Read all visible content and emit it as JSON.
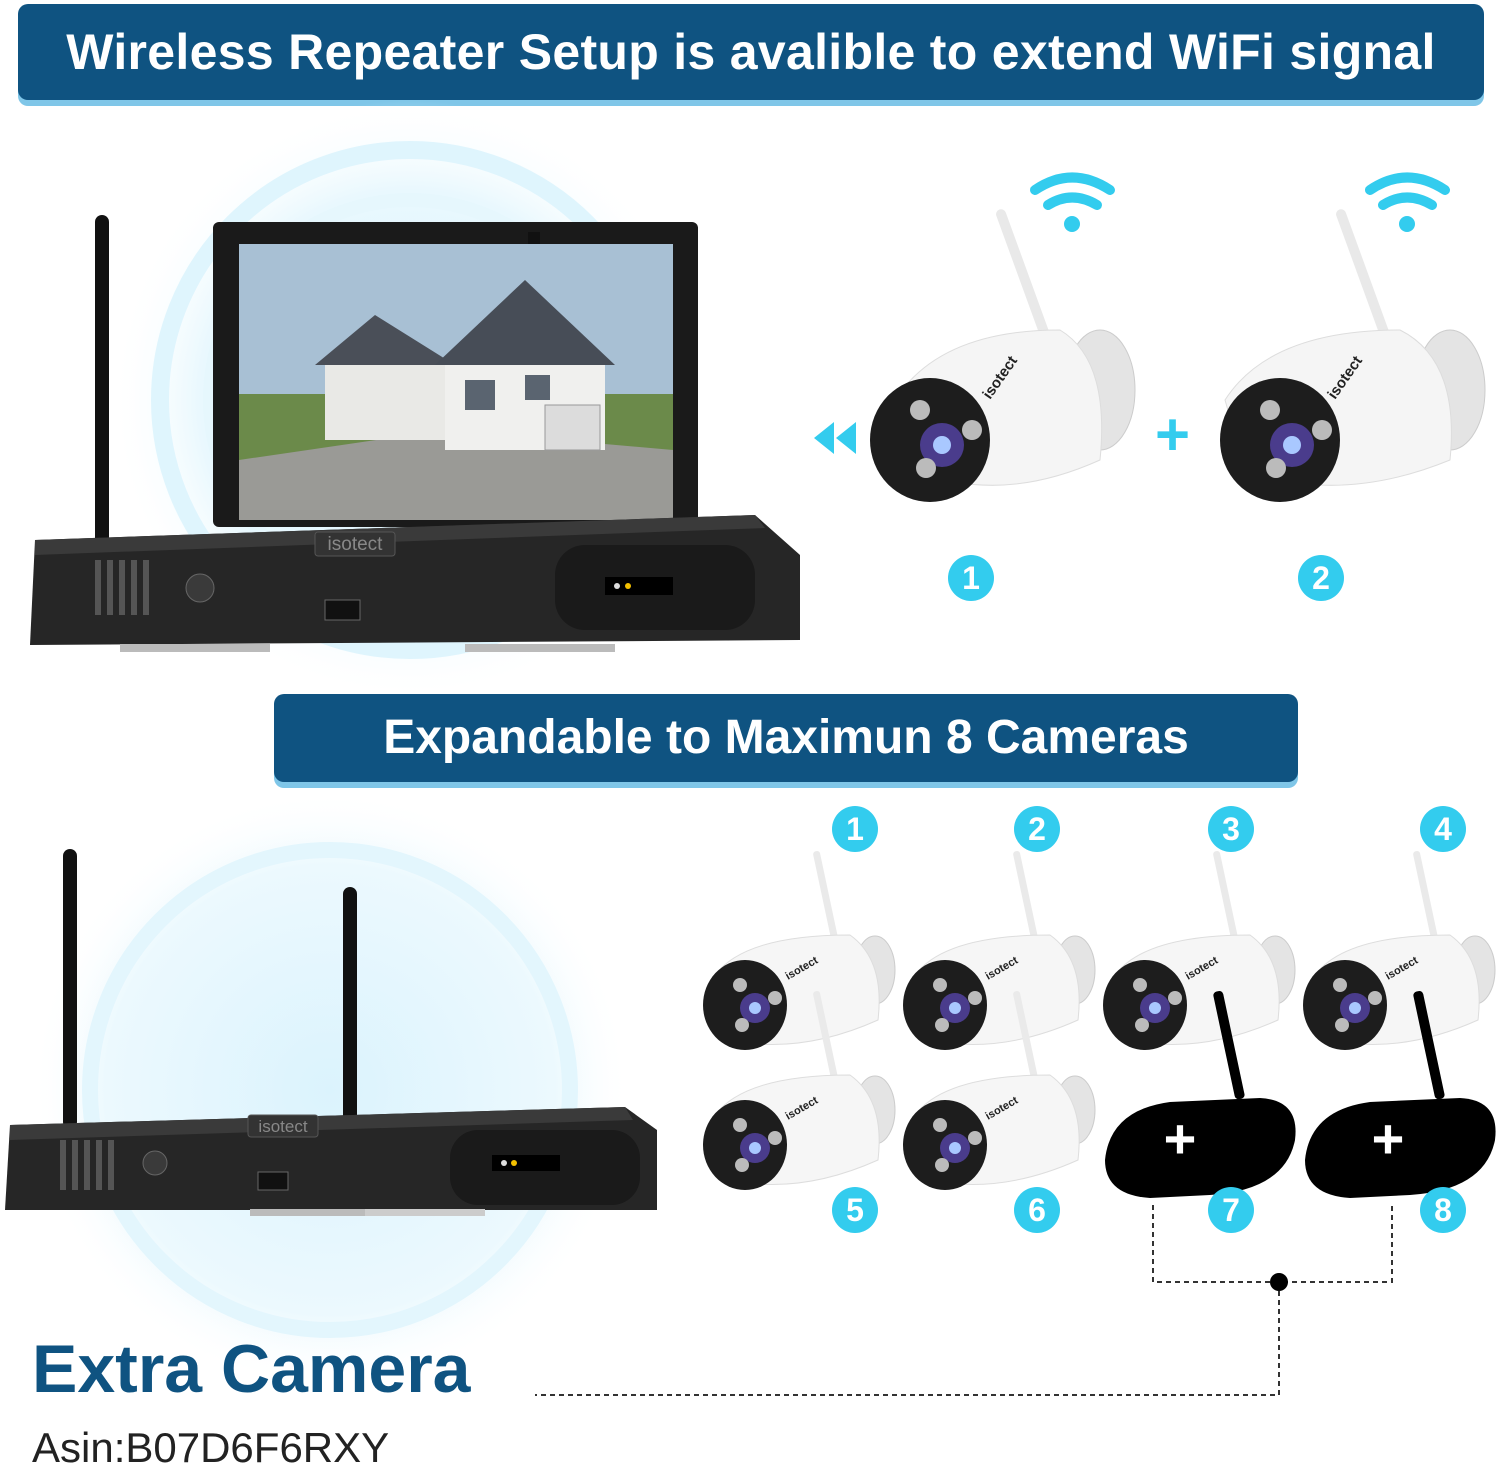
{
  "banners": {
    "top": "Wireless Repeater Setup is avalible to extend WiFi signal",
    "middle": "Expandable to Maximun 8 Cameras"
  },
  "brand": "isotect",
  "top_section": {
    "camera_numbers": [
      "1",
      "2"
    ],
    "plus_symbol": "+"
  },
  "bottom_section": {
    "camera_numbers": [
      "1",
      "2",
      "3",
      "4",
      "5",
      "6",
      "7",
      "8"
    ],
    "plus_symbol": "+"
  },
  "extra": {
    "title": "Extra Camera",
    "asin": "Asin:B07D6F6RXY"
  },
  "colors": {
    "banner": "#0f5381",
    "accent": "#33ccee",
    "title": "#0f5381"
  }
}
